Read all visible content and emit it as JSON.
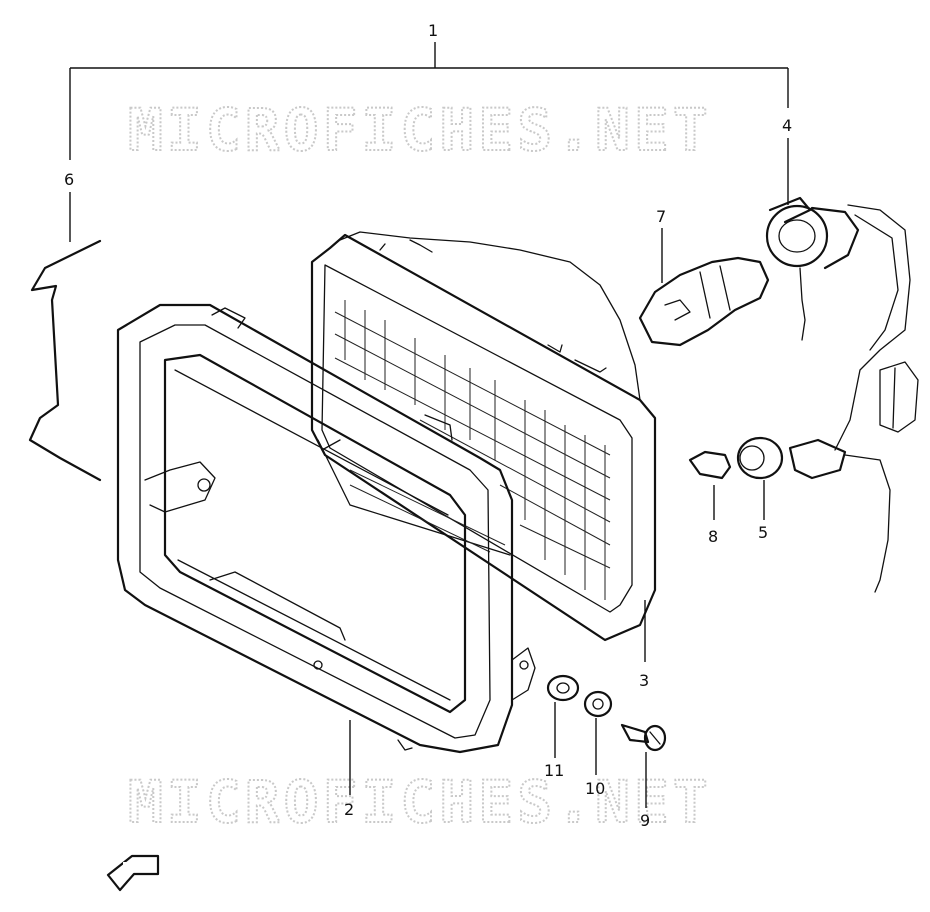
{
  "diagram": {
    "watermark_top": "MICROFICHES.NET",
    "watermark_bottom": "MICROFICHES.NET",
    "fwd_label": "FWD",
    "callouts": {
      "c1": "1",
      "c2": "2",
      "c3": "3",
      "c4": "4",
      "c5": "5",
      "c6": "6",
      "c7": "7",
      "c8": "8",
      "c9": "9",
      "c10": "10",
      "c11": "11"
    }
  }
}
